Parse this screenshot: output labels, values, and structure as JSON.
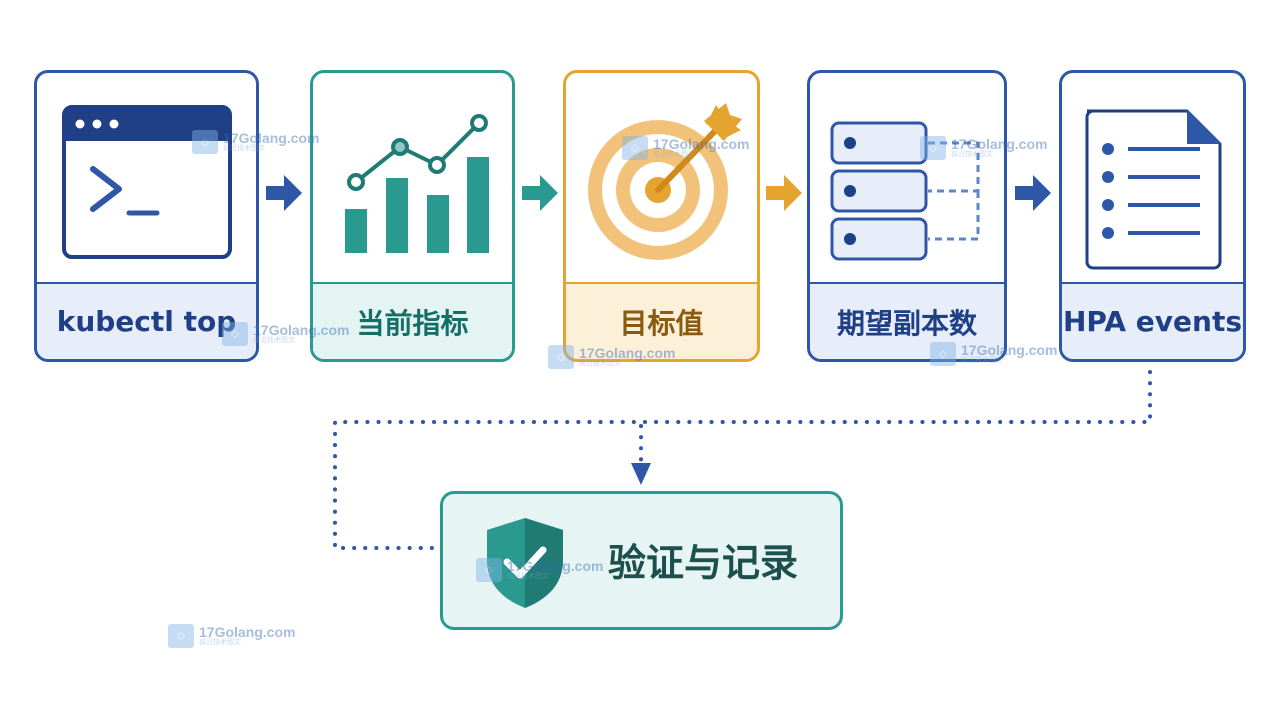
{
  "steps": [
    {
      "label": "kubectl top",
      "icon": "terminal-icon"
    },
    {
      "label": "当前指标",
      "icon": "bar-line-chart-icon"
    },
    {
      "label": "目标值",
      "icon": "target-icon"
    },
    {
      "label": "期望副本数",
      "icon": "server-stack-icon"
    },
    {
      "label": "HPA events",
      "icon": "document-list-icon"
    }
  ],
  "result": {
    "label": "验证与记录",
    "icon": "shield-check-icon"
  },
  "watermark": {
    "text": "17Golang.com",
    "sub": "前沿技术图文"
  },
  "colors": {
    "blue": "#2f57a8",
    "teal": "#2a9a91",
    "amber": "#e5a430",
    "light_blue": "#e8eef9",
    "light_teal": "#e3f4f2",
    "light_amber": "#fcf0d8"
  }
}
